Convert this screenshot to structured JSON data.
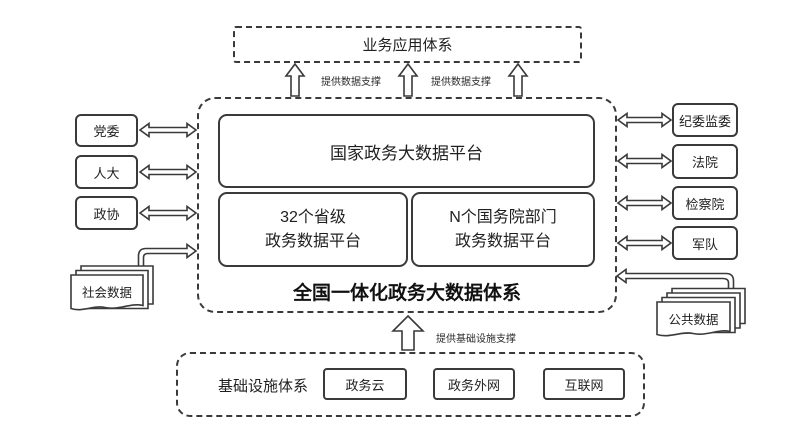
{
  "colors": {
    "line": "#3a3a3a",
    "text": "#1f1f1f",
    "background": "#ffffff"
  },
  "icons": [
    "up-arrow-icon",
    "double-arrow-icon",
    "bent-arrow-icon",
    "document-stack-icon"
  ],
  "top_system": {
    "label": "业务应用体系"
  },
  "support_labels": {
    "data_left": "提供数据支撑",
    "data_right": "提供数据支撑",
    "infrastructure": "提供基础设施支撑"
  },
  "core": {
    "title": "全国一体化政务大数据体系",
    "national_platform": "国家政务大数据平台",
    "provincial_platform": {
      "line1": "32个省级",
      "line2": "政务数据平台"
    },
    "state_council_platform": {
      "line1": "N个国务院部门",
      "line2": "政务数据平台"
    }
  },
  "left_orgs": [
    {
      "label": "党委"
    },
    {
      "label": "人大"
    },
    {
      "label": "政协"
    }
  ],
  "right_orgs": [
    {
      "label": "纪委监委"
    },
    {
      "label": "法院"
    },
    {
      "label": "检察院"
    },
    {
      "label": "军队"
    }
  ],
  "data_sources": {
    "social": "社会数据",
    "public": "公共数据"
  },
  "infrastructure": {
    "label": "基础设施体系",
    "items": [
      {
        "label": "政务云"
      },
      {
        "label": "政务外网"
      },
      {
        "label": "互联网"
      }
    ]
  }
}
